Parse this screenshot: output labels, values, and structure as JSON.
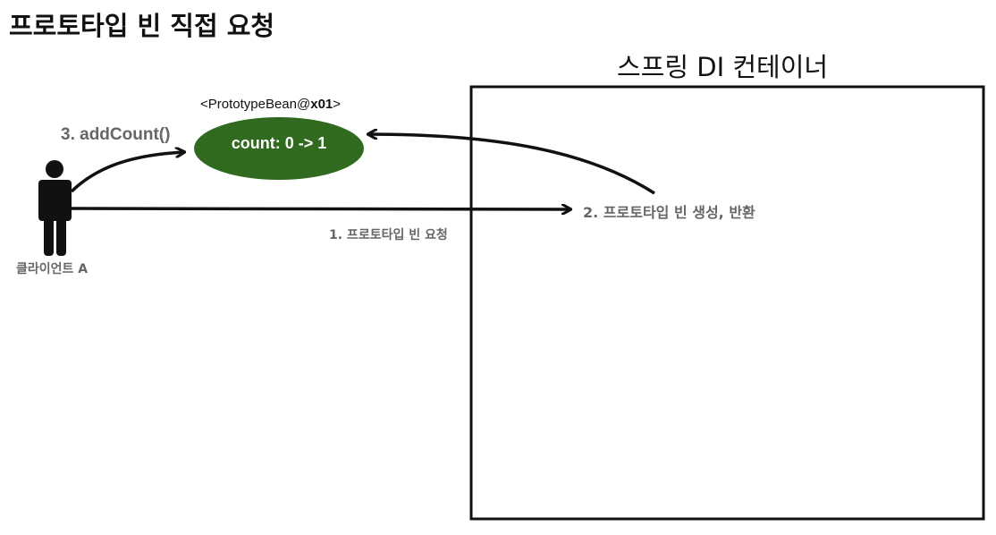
{
  "title": "프로토타입 빈 직접 요청",
  "container": {
    "title": "스프링 DI 컨테이너"
  },
  "bean": {
    "label_prefix": "<PrototypeBean@",
    "label_id": "x01",
    "label_suffix": ">",
    "state": "count: 0 -> 1",
    "color": "#2f6a1f"
  },
  "client": {
    "label": "클라이언트 A"
  },
  "steps": {
    "step1": "1. 프로토타입 빈 요청",
    "step2": "2. 프로토타입 빈 생성, 반환",
    "step3": "3. addCount()"
  }
}
